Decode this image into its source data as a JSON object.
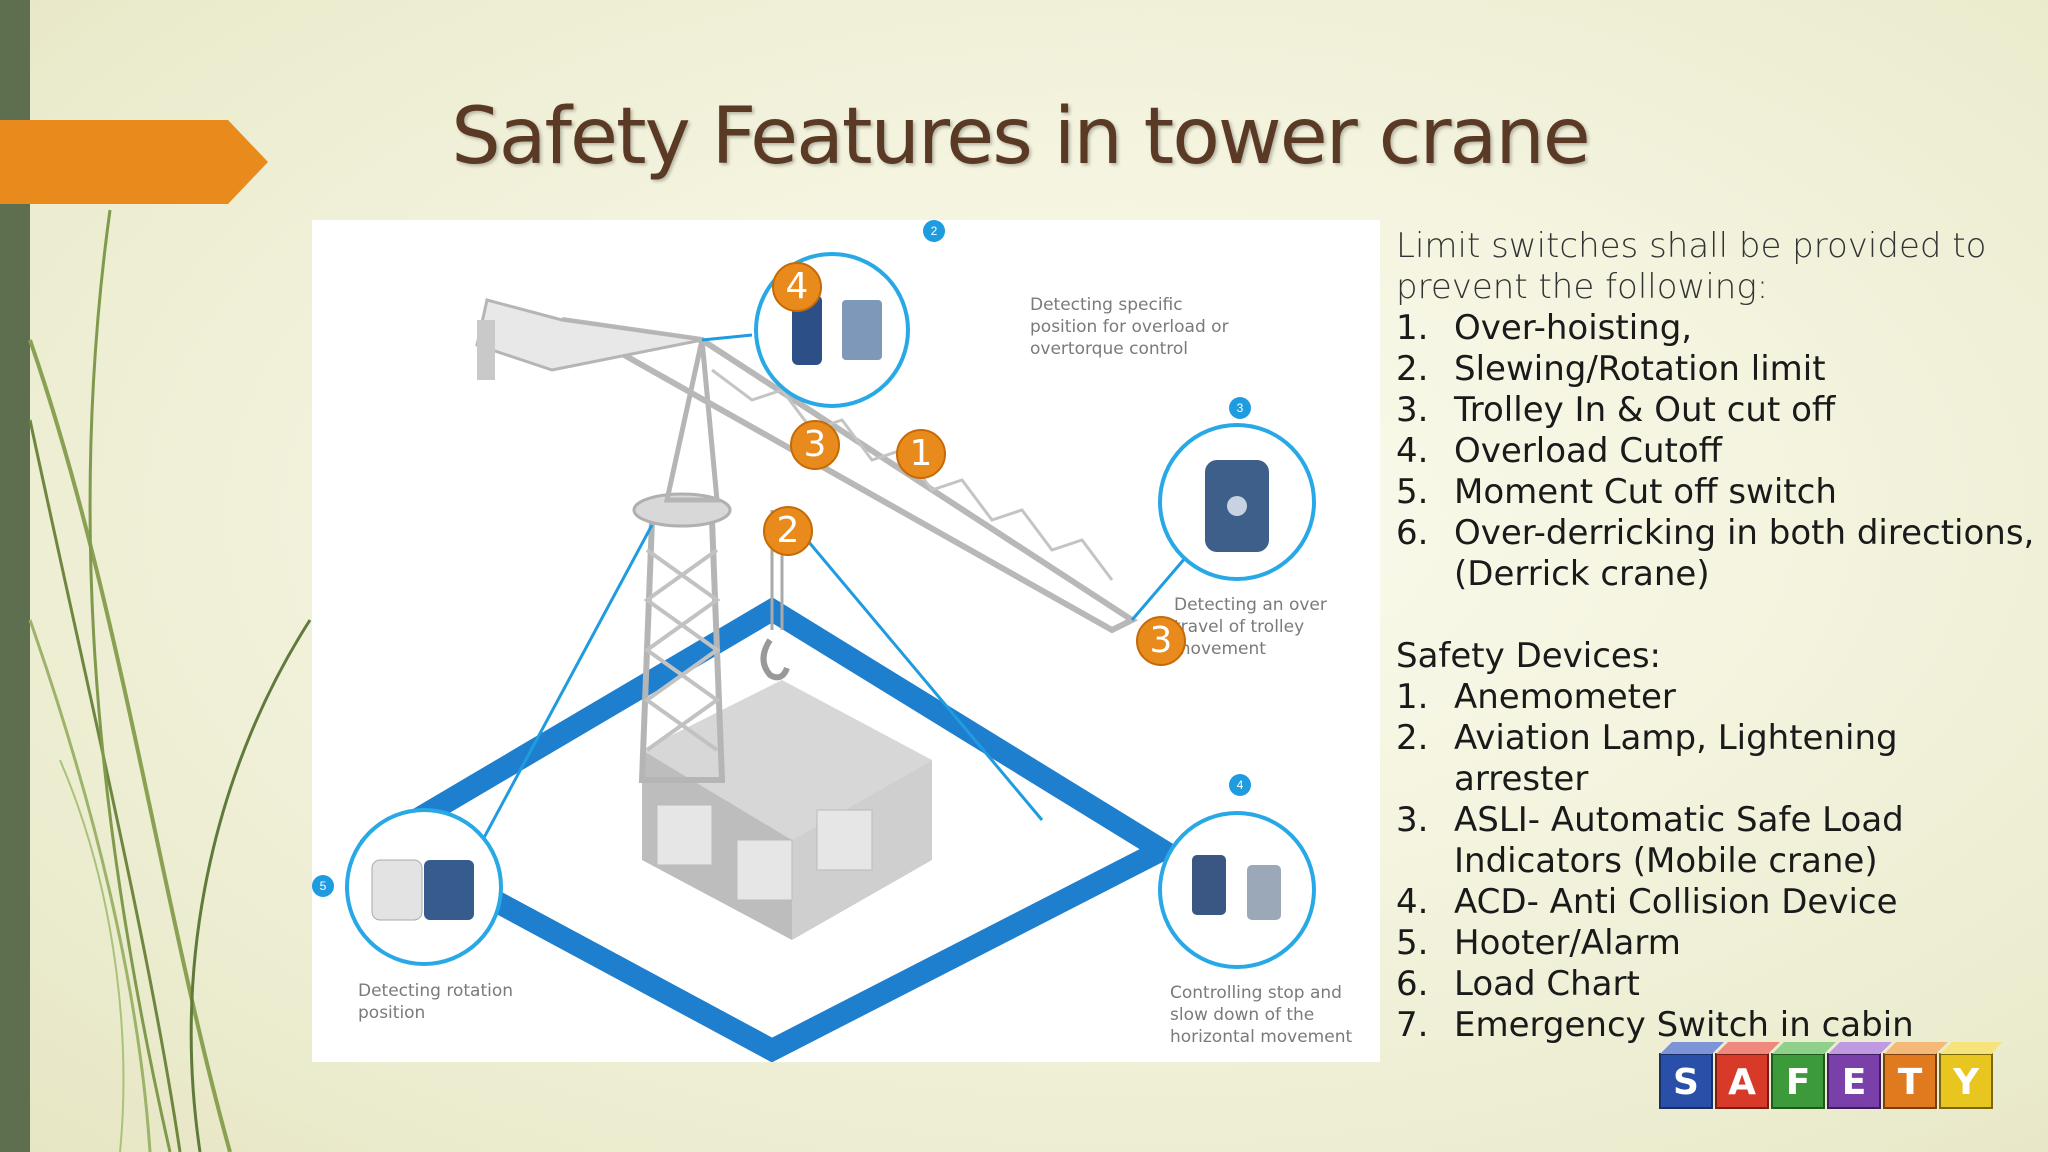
{
  "title": "Safety Features in tower crane",
  "diagram": {
    "callouts": {
      "c2": "Detecting specific position for overload or overtorque control",
      "c3": "Detecting an over travel of trolley movement",
      "c4": "Controlling stop and slow down of the horizontal movement",
      "c5": "Detecting rotation position"
    },
    "blue_numbers": [
      "2",
      "3",
      "4",
      "5"
    ],
    "orange_markers": [
      "4",
      "3",
      "1",
      "2",
      "3"
    ]
  },
  "limit_switches": {
    "intro": "Limit switches shall be provided to prevent the following:",
    "items": [
      {
        "num": "1.",
        "text": "Over-hoisting,"
      },
      {
        "num": "2.",
        "text": "Slewing/Rotation limit"
      },
      {
        "num": "3.",
        "text": "Trolley In & Out cut off"
      },
      {
        "num": "4.",
        "text": "Overload Cutoff"
      },
      {
        "num": "5.",
        "text": "Moment Cut off switch"
      },
      {
        "num": "6.",
        "text": "Over-derricking in both directions, (Derrick crane)"
      }
    ]
  },
  "safety_devices": {
    "heading": "Safety Devices:",
    "items": [
      {
        "num": "1.",
        "text": "Anemometer"
      },
      {
        "num": "2.",
        "text": "Aviation Lamp, Lightening arrester"
      },
      {
        "num": "3.",
        "text": "ASLI- Automatic Safe Load Indicators (Mobile crane)"
      },
      {
        "num": "4.",
        "text": "ACD- Anti Collision Device"
      },
      {
        "num": "5.",
        "text": "Hooter/Alarm"
      },
      {
        "num": "6.",
        "text": "Load Chart"
      },
      {
        "num": "7.",
        "text": "Emergency Switch in cabin"
      }
    ]
  },
  "logo_blocks": [
    "S",
    "A",
    "F",
    "E",
    "T",
    "Y"
  ],
  "colors": {
    "accent_orange": "#e88a1c",
    "diagram_blue": "#1f7fcf",
    "title_brown": "#5a3a24"
  }
}
